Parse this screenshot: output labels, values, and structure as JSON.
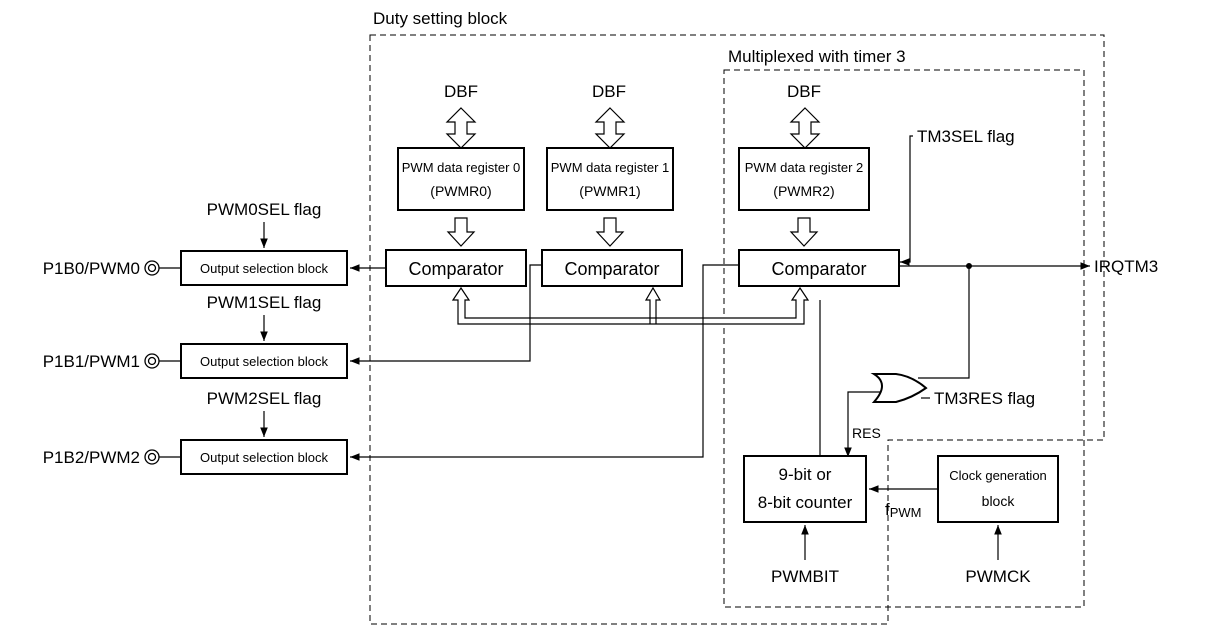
{
  "labels": {
    "duty_block": "Duty setting block",
    "mux_timer3": "Multiplexed with timer 3",
    "dbf": "DBF",
    "pwmr0_line1": "PWM data register 0",
    "pwmr0_line2": "(PWMR0)",
    "pwmr1_line1": "PWM data register 1",
    "pwmr1_line2": "(PWMR1)",
    "pwmr2_line1": "PWM data register 2",
    "pwmr2_line2": "(PWMR2)",
    "comparator": "Comparator",
    "tm3sel_flag": "TM3SEL flag",
    "irqtm3": "IRQTM3",
    "tm3res_flag": "TM3RES flag",
    "res": "RES",
    "counter_line1": "9-bit or",
    "counter_line2": "8-bit counter",
    "clock_line1": "Clock generation",
    "clock_line2": "block",
    "fpwm_f": "f",
    "fpwm_sub": "PWM",
    "pwmbit": "PWMBIT",
    "pwmck": "PWMCK",
    "output_sel": "Output selection block",
    "pwm0sel_flag": "PWM0SEL flag",
    "pwm1sel_flag": "PWM1SEL flag",
    "pwm2sel_flag": "PWM2SEL flag",
    "pin0": "P1B0/PWM0",
    "pin1": "P1B1/PWM1",
    "pin2": "P1B2/PWM2"
  }
}
